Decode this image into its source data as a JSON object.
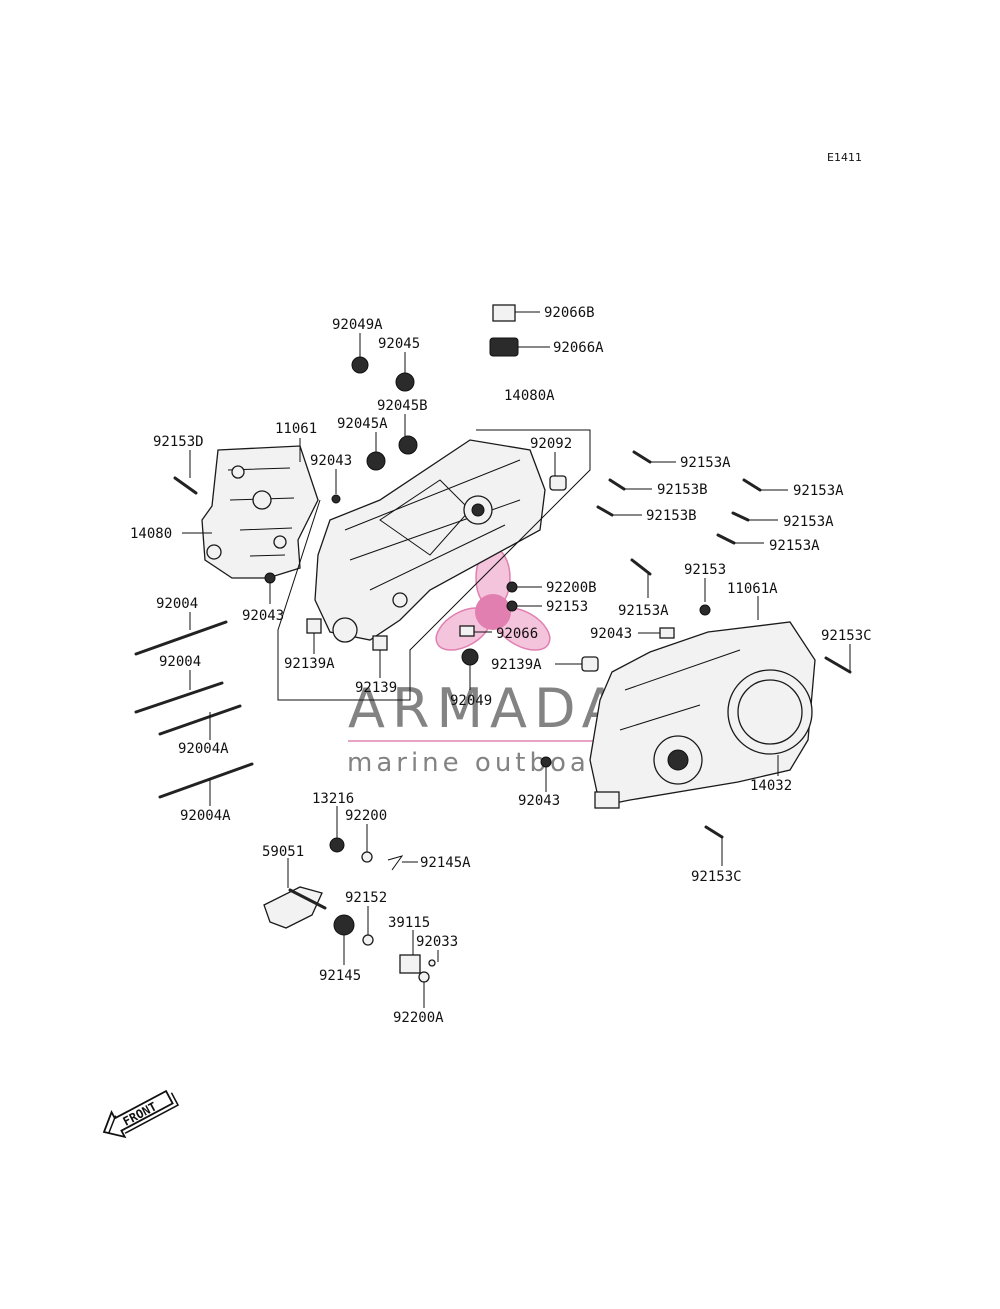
{
  "diagram_code": "E1411",
  "parts": [
    {
      "id": "p92066B",
      "label": "92066B"
    },
    {
      "id": "p92066A",
      "label": "92066A"
    },
    {
      "id": "p92049A",
      "label": "92049A"
    },
    {
      "id": "p92045",
      "label": "92045"
    },
    {
      "id": "p92045B",
      "label": "92045B"
    },
    {
      "id": "p14080A",
      "label": "14080A"
    },
    {
      "id": "p92153D",
      "label": "92153D"
    },
    {
      "id": "p11061",
      "label": "11061"
    },
    {
      "id": "p92045A",
      "label": "92045A"
    },
    {
      "id": "p92043a",
      "label": "92043"
    },
    {
      "id": "p92092",
      "label": "92092"
    },
    {
      "id": "p92153Aa",
      "label": "92153A"
    },
    {
      "id": "p92153Ba",
      "label": "92153B"
    },
    {
      "id": "p92153Ab",
      "label": "92153A"
    },
    {
      "id": "p92153Bb",
      "label": "92153B"
    },
    {
      "id": "p92153Ac",
      "label": "92153A"
    },
    {
      "id": "p92153Ad",
      "label": "92153A"
    },
    {
      "id": "p14080",
      "label": "14080"
    },
    {
      "id": "p92200B",
      "label": "92200B"
    },
    {
      "id": "p92153a",
      "label": "92153"
    },
    {
      "id": "p92153b",
      "label": "92153"
    },
    {
      "id": "p11061A",
      "label": "11061A"
    },
    {
      "id": "p92153Ae",
      "label": "92153A"
    },
    {
      "id": "p92004a",
      "label": "92004"
    },
    {
      "id": "p92043b",
      "label": "92043"
    },
    {
      "id": "p92066",
      "label": "92066"
    },
    {
      "id": "p92043c",
      "label": "92043"
    },
    {
      "id": "p92153Ca",
      "label": "92153C"
    },
    {
      "id": "p92139A",
      "label": "92139A"
    },
    {
      "id": "p92139Ab",
      "label": "92139A"
    },
    {
      "id": "p92004b",
      "label": "92004"
    },
    {
      "id": "p92139",
      "label": "92139"
    },
    {
      "id": "p92049",
      "label": "92049"
    },
    {
      "id": "p92004Aa",
      "label": "92004A"
    },
    {
      "id": "p14032",
      "label": "14032"
    },
    {
      "id": "p92043d",
      "label": "92043"
    },
    {
      "id": "p13216",
      "label": "13216"
    },
    {
      "id": "p92200",
      "label": "92200"
    },
    {
      "id": "p92004Ab",
      "label": "92004A"
    },
    {
      "id": "p59051",
      "label": "59051"
    },
    {
      "id": "p92145A",
      "label": "92145A"
    },
    {
      "id": "p92153Cb",
      "label": "92153C"
    },
    {
      "id": "p92152",
      "label": "92152"
    },
    {
      "id": "p39115",
      "label": "39115"
    },
    {
      "id": "p92033",
      "label": "92033"
    },
    {
      "id": "p92145",
      "label": "92145"
    },
    {
      "id": "p92200A",
      "label": "92200A"
    }
  ],
  "watermark": {
    "brand": "ARMADA",
    "tagline": "marine outboards"
  },
  "front_arrow": {
    "label": "FRONT"
  },
  "colors": {
    "ink": "#111111",
    "watermark_gray": "#6e6e6e",
    "watermark_pink": "#e8a3c4"
  }
}
